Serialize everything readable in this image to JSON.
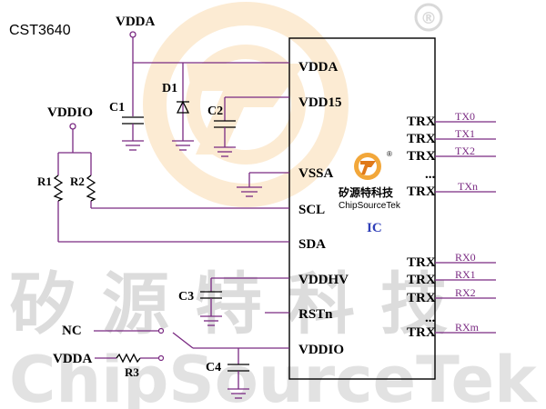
{
  "title": "CST3640",
  "colors": {
    "wire": "#7a2a82",
    "ink": "#000000",
    "ic_label": "#2f3fb8",
    "watermark_orange": "#f2a73a",
    "watermark_gray": "#cfcfcf"
  },
  "watermark": {
    "cn": "矽源特科技",
    "en": "ChipSourceTek",
    "mark": "®"
  },
  "logo": {
    "cn": "矽源特科技",
    "en": "ChipSourceTek",
    "mark": "®"
  },
  "supply": {
    "vdda_top": "VDDA",
    "vddio": "VDDIO",
    "nc": "NC",
    "vdda_left": "VDDA"
  },
  "components": {
    "c1": "C1",
    "c2": "C2",
    "c3": "C3",
    "c4": "C4",
    "d1": "D1",
    "r1": "R1",
    "r2": "R2",
    "r3": "R3"
  },
  "ic": {
    "label": "IC",
    "left_pins": [
      "VDDA",
      "VDD15",
      "VSSA",
      "SCL",
      "SDA",
      "VDDHV",
      "RSTn",
      "VDDIO"
    ],
    "right_tx_pins": [
      "TRX",
      "TRX",
      "TRX",
      "...",
      "TRX"
    ],
    "right_rx_pins": [
      "TRX",
      "TRX",
      "TRX",
      "...",
      "TRX"
    ]
  },
  "nets": {
    "tx": [
      "TX0",
      "TX1",
      "TX2",
      "TXn"
    ],
    "rx": [
      "RX0",
      "RX1",
      "RX2",
      "RXm"
    ]
  }
}
